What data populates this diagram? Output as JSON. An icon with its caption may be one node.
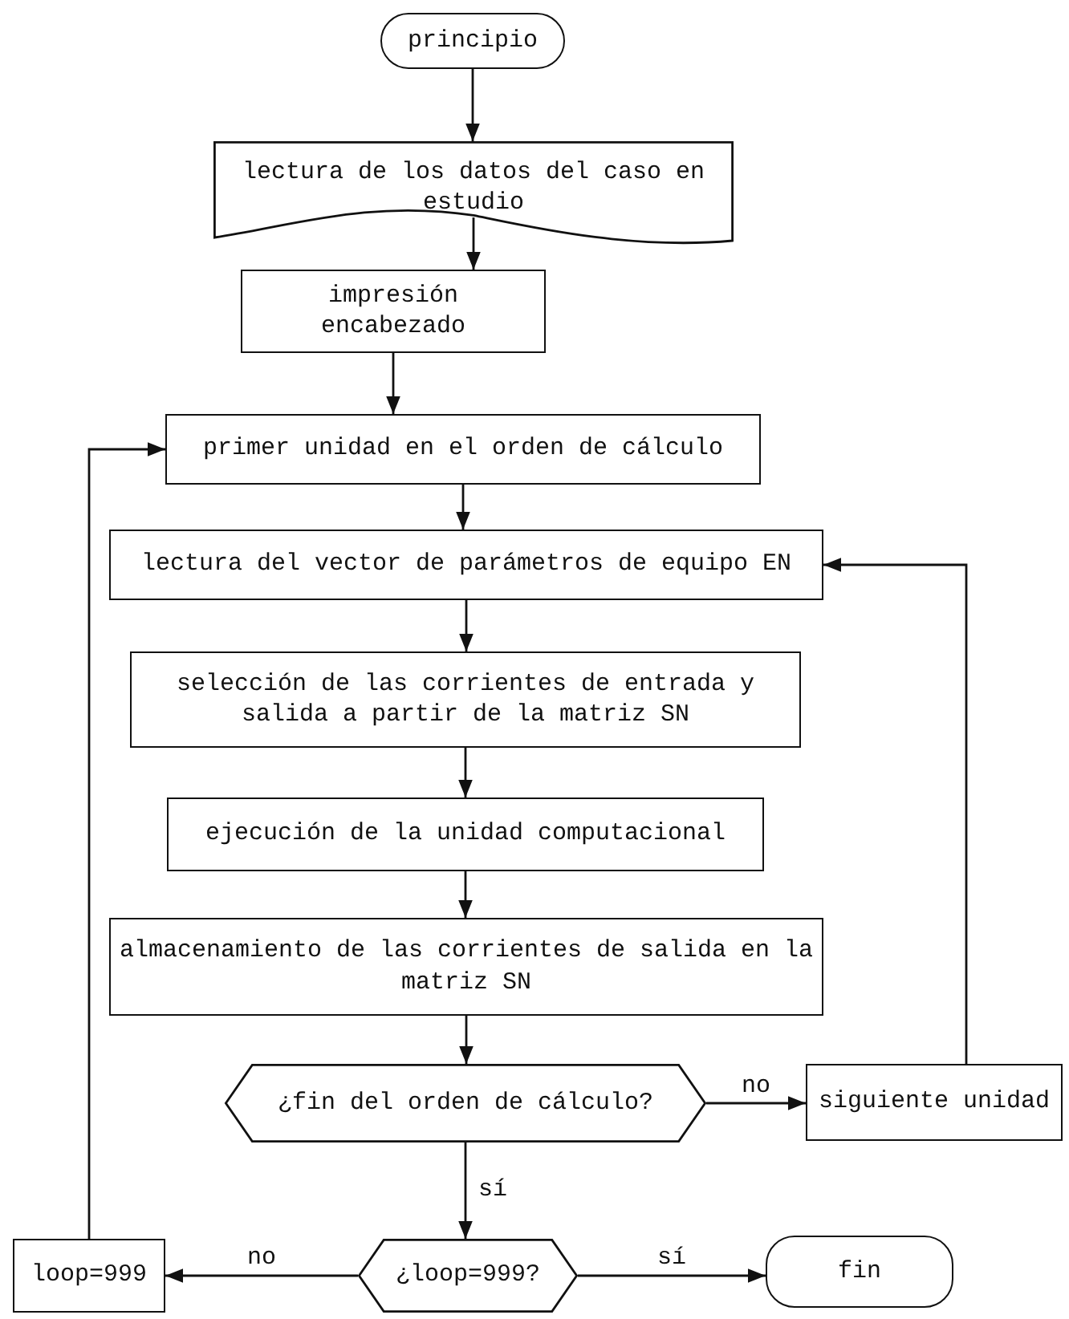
{
  "diagram": {
    "nodes": [
      {
        "text": [
          "principio"
        ]
      },
      {
        "text": [
          "lectura de los datos del caso en estudio"
        ]
      },
      {
        "text": [
          "impresión encabezado"
        ]
      },
      {
        "text": [
          "primer unidad en el orden de cálculo"
        ]
      },
      {
        "text": [
          "lectura del vector de parámetros de equipo EN"
        ]
      },
      {
        "text": [
          "selección de las corrientes de entrada y salida a partir de la matriz SN"
        ]
      },
      {
        "text": [
          "ejecución de la unidad computacional"
        ]
      },
      {
        "text": [
          "almacenamiento de las corrientes de salida en la matriz SN"
        ]
      },
      {
        "text": [
          "¿fin del orden de cálculo?"
        ]
      },
      {
        "text": [
          "siguiente unidad"
        ]
      },
      {
        "text": [
          "loop=999"
        ]
      },
      {
        "text": [
          "¿loop=999?"
        ]
      },
      {
        "text": [
          "fin"
        ]
      }
    ],
    "edges": [
      {
        "from": 0,
        "to": 1,
        "arrow": "to"
      },
      {
        "from": 1,
        "to": 2,
        "arrow": "to"
      },
      {
        "from": 2,
        "to": 3,
        "arrow": "to"
      },
      {
        "from": 3,
        "to": 4,
        "arrow": "to"
      },
      {
        "from": 4,
        "to": 5,
        "arrow": "to"
      },
      {
        "from": 5,
        "to": 6,
        "arrow": "to"
      },
      {
        "from": 6,
        "to": 7,
        "arrow": "to"
      },
      {
        "from": 7,
        "to": 8,
        "arrow": "to"
      },
      {
        "from": 8,
        "to": 9,
        "arrow": "to",
        "label": "no"
      },
      {
        "from": 9,
        "to": 4,
        "arrow": "to"
      },
      {
        "from": 8,
        "to": 11,
        "arrow": "to",
        "label": "sí"
      },
      {
        "from": 11,
        "to": 10,
        "arrow": "to",
        "label": "no"
      },
      {
        "from": 11,
        "to": 12,
        "arrow": "to",
        "label": "sí"
      },
      {
        "from": 10,
        "to": 3,
        "arrow": "to"
      }
    ]
  }
}
